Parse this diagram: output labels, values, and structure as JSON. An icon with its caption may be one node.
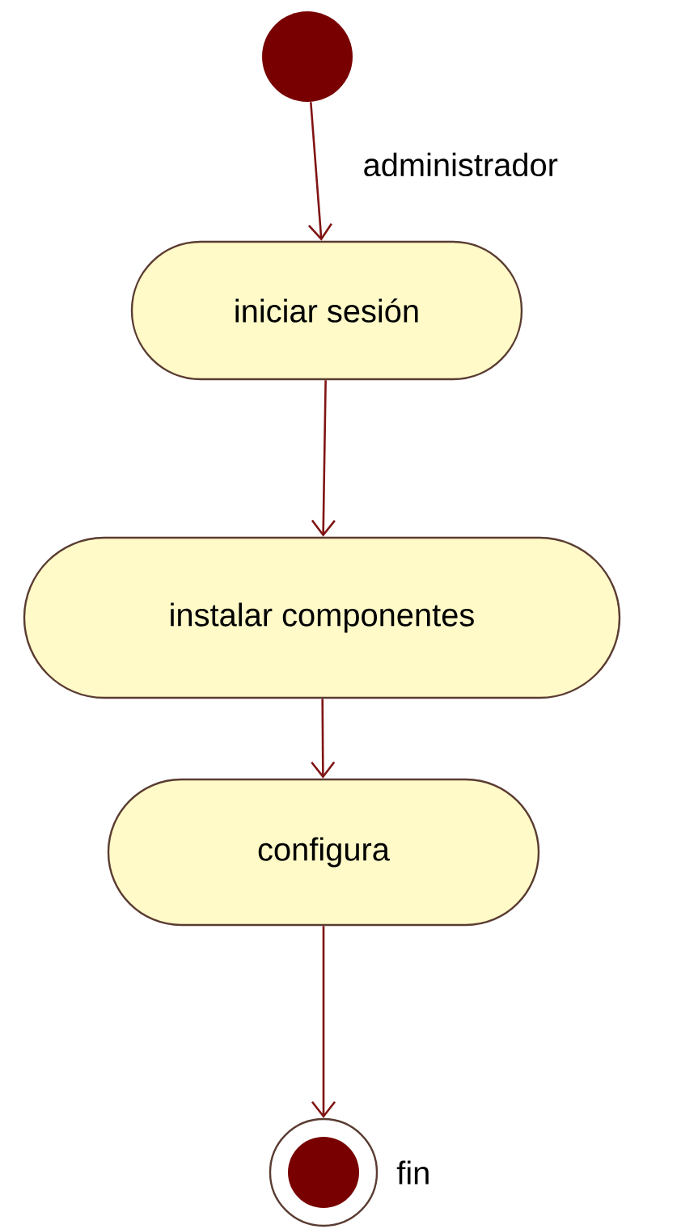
{
  "diagram": {
    "nodes": [
      {
        "text": [],
        "shape": "circle"
      },
      {
        "text": [
          "iniciar sesión"
        ]
      },
      {
        "text": [
          "instalar componentes"
        ]
      },
      {
        "text": [
          "configura"
        ]
      },
      {
        "text": [],
        "shape": "circle",
        "beside": [
          "fin"
        ]
      }
    ],
    "edges": [
      {
        "from": 0,
        "to": 1,
        "arrow": "to",
        "label": "administrador"
      },
      {
        "from": 1,
        "to": 2,
        "arrow": "to"
      },
      {
        "from": 2,
        "to": 3,
        "arrow": "to"
      },
      {
        "from": 3,
        "to": 4,
        "arrow": "to"
      }
    ]
  }
}
